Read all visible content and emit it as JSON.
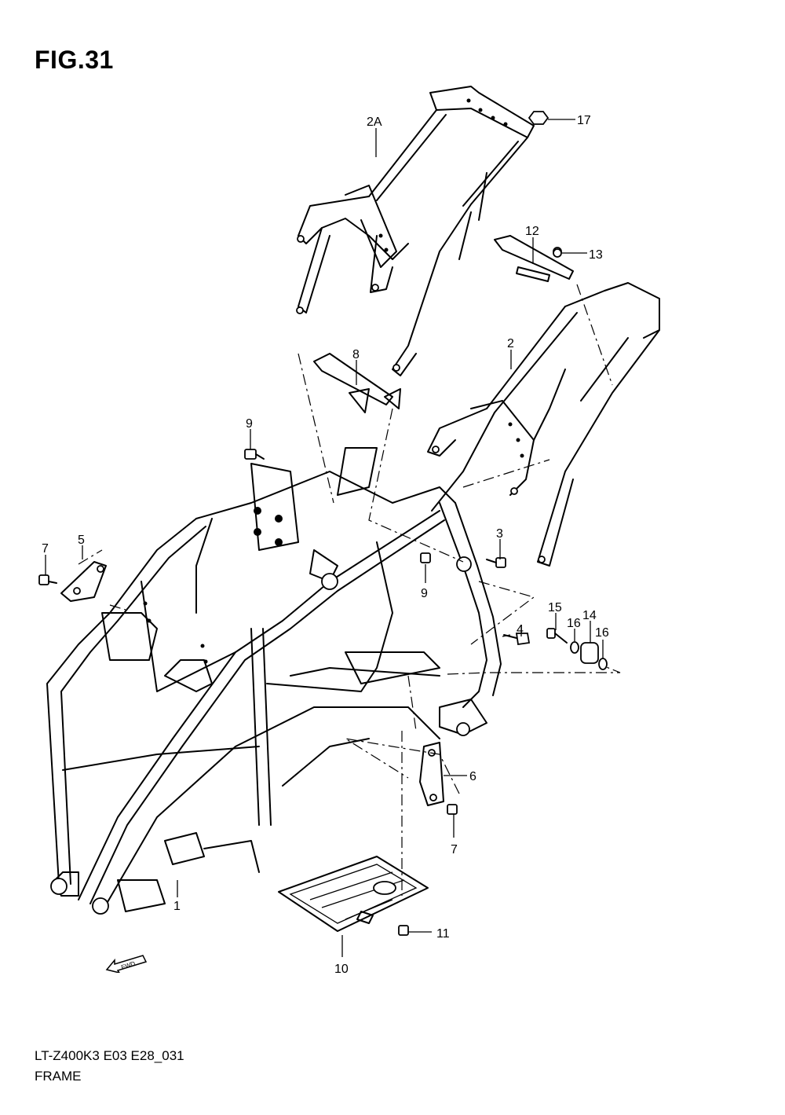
{
  "figure": {
    "title": "FIG.31"
  },
  "labels": {
    "l1": "1",
    "l2": "2",
    "l2a": "2A",
    "l3": "3",
    "l4": "4",
    "l5": "5",
    "l6": "6",
    "l7a": "7",
    "l7b": "7",
    "l8": "8",
    "l9a": "9",
    "l9b": "9",
    "l10": "10",
    "l11": "11",
    "l12": "12",
    "l13": "13",
    "l14": "14",
    "l15": "15",
    "l16a": "16",
    "l16b": "16",
    "l17": "17"
  },
  "fwd_arrow": {
    "label": "FWD"
  },
  "footer": {
    "code": "LT-Z400K3 E03 E28_031",
    "name": "FRAME"
  }
}
